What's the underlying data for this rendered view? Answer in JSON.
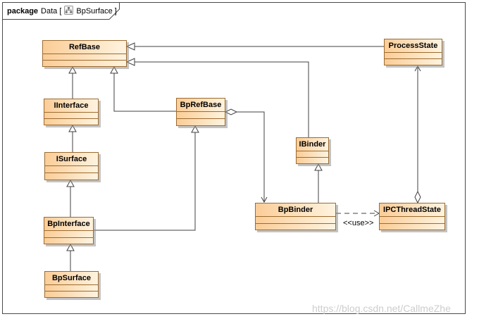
{
  "tab": {
    "keyword": "package",
    "context": "Data [",
    "diagram": "BpSurface ]",
    "icon": "class-diagram-icon"
  },
  "classes": [
    {
      "name": "RefBase"
    },
    {
      "name": "ProcessState"
    },
    {
      "name": "IInterface"
    },
    {
      "name": "BpRefBase"
    },
    {
      "name": "IBinder"
    },
    {
      "name": "ISurface"
    },
    {
      "name": "BpBinder"
    },
    {
      "name": "IPCThreadState"
    },
    {
      "name": "BpInterface"
    },
    {
      "name": "BpSurface"
    }
  ],
  "relationships": [
    {
      "from": "ProcessState",
      "to": "RefBase",
      "type": "generalization"
    },
    {
      "from": "IBinder",
      "to": "RefBase",
      "type": "generalization"
    },
    {
      "from": "IInterface",
      "to": "RefBase",
      "type": "generalization"
    },
    {
      "from": "BpRefBase",
      "to": "RefBase",
      "type": "generalization"
    },
    {
      "from": "ISurface",
      "to": "IInterface",
      "type": "generalization"
    },
    {
      "from": "BpInterface",
      "to": "ISurface",
      "type": "generalization"
    },
    {
      "from": "BpSurface",
      "to": "BpInterface",
      "type": "generalization"
    },
    {
      "from": "BpInterface",
      "to": "BpRefBase",
      "type": "generalization"
    },
    {
      "from": "BpBinder",
      "to": "IBinder",
      "type": "generalization"
    },
    {
      "from": "BpRefBase",
      "to": "BpBinder",
      "type": "aggregation",
      "diamond_end": "BpRefBase",
      "arrow_end": "BpBinder"
    },
    {
      "from": "IPCThreadState",
      "to": "ProcessState",
      "type": "aggregation",
      "diamond_end": "IPCThreadState",
      "arrow_end": "ProcessState"
    },
    {
      "from": "BpBinder",
      "to": "IPCThreadState",
      "type": "dependency",
      "label": "<<use>>"
    }
  ],
  "labels": {
    "use_stereotype": "<<use>>"
  },
  "watermark": "https://blog.csdn.net/CallmeZhe",
  "colors": {
    "class-fill-left": "#FBCD97",
    "class-fill-right": "#FEF3DF",
    "class-border": "#9C6B2F",
    "line-color": "#404040"
  }
}
